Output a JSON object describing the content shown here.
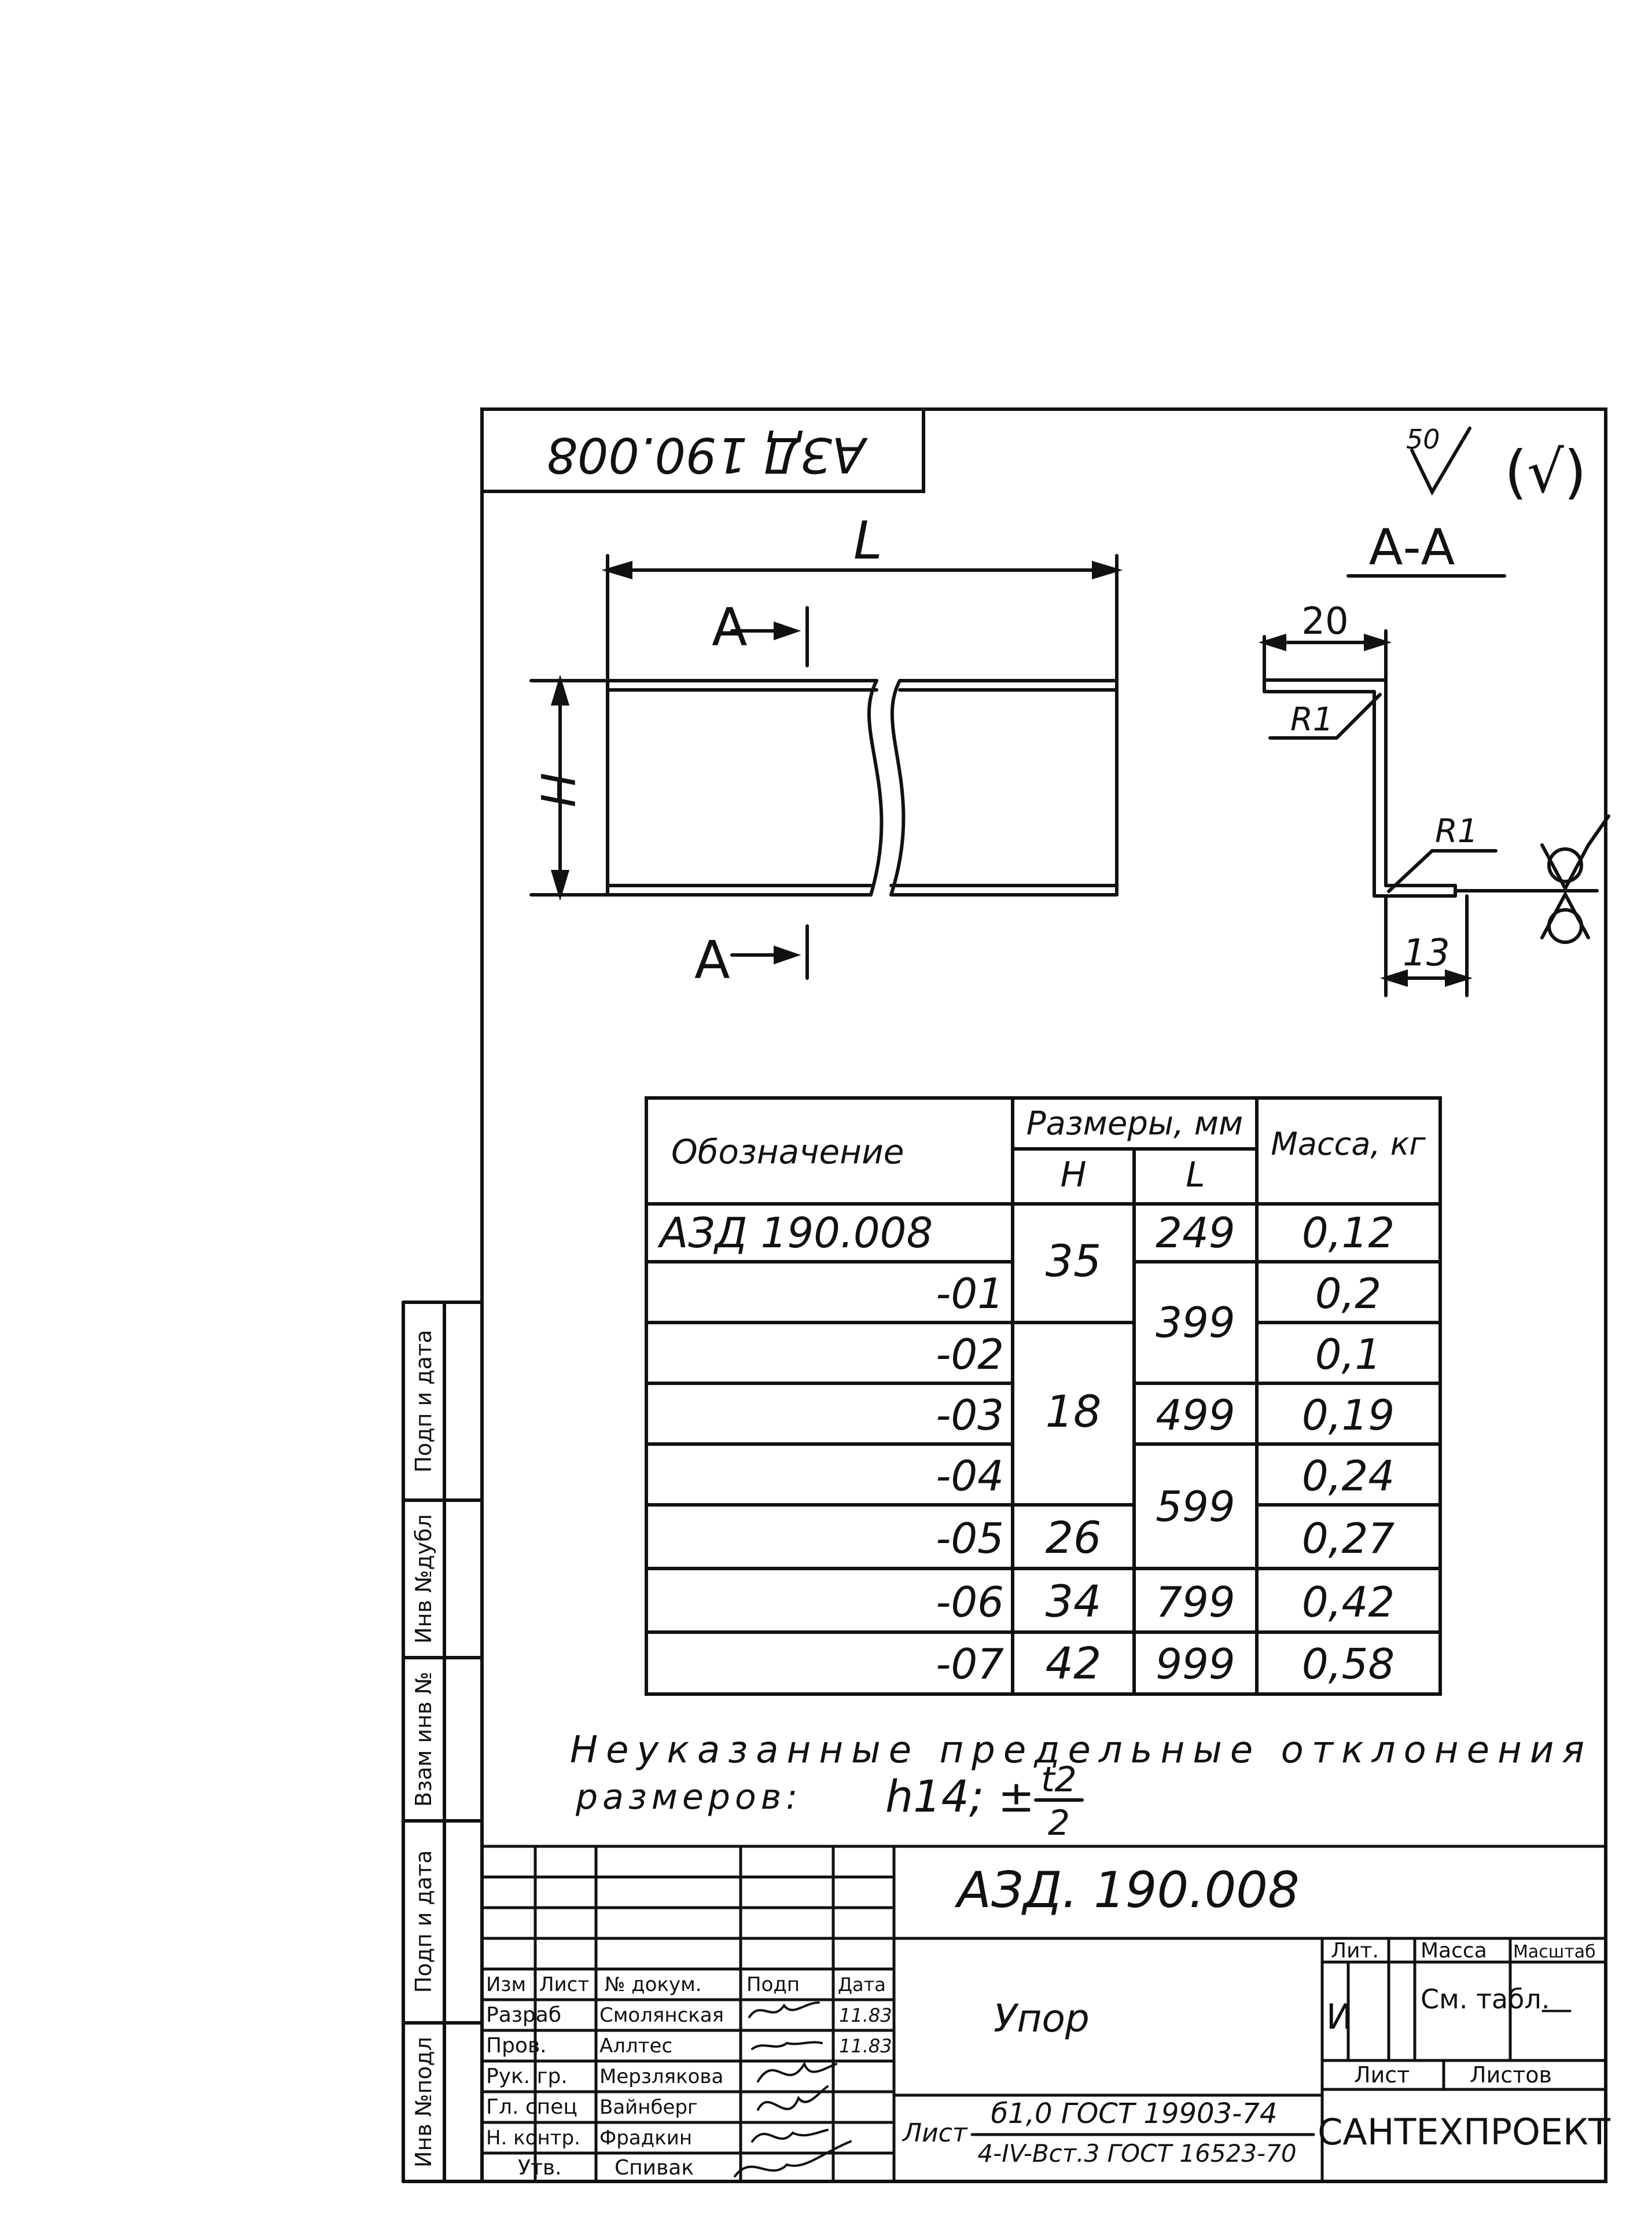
{
  "stamp_code_rotated": "АЗД 190.008",
  "roughness": {
    "value": "50",
    "general": "(√)"
  },
  "front_view": {
    "dim_L": "L",
    "dim_H": "H",
    "section_top": "A",
    "section_bottom": "A"
  },
  "section": {
    "title": "А-А",
    "dim_20": "20",
    "radius_top": "R1",
    "radius_bottom": "R1",
    "dim_13": "13"
  },
  "table": {
    "h_designation": "Обозначение",
    "h_sizes": "Размеры, мм",
    "h_H": "H",
    "h_L": "L",
    "h_mass": "Масса, кг",
    "rows": [
      {
        "designation": "АЗД 190.008",
        "H": "35",
        "L": "249",
        "mass": "0,12"
      },
      {
        "designation": "-01",
        "H": "",
        "L": "399",
        "mass": "0,2"
      },
      {
        "designation": "-02",
        "H": "18",
        "L": "",
        "mass": "0,1"
      },
      {
        "designation": "-03",
        "H": "",
        "L": "499",
        "mass": "0,19"
      },
      {
        "designation": "-04",
        "H": "",
        "L": "599",
        "mass": "0,24"
      },
      {
        "designation": "-05",
        "H": "26",
        "L": "",
        "mass": "0,27"
      },
      {
        "designation": "-06",
        "H": "34",
        "L": "799",
        "mass": "0,42"
      },
      {
        "designation": "-07",
        "H": "42",
        "L": "999",
        "mass": "0,58"
      }
    ]
  },
  "note": {
    "line1": "Неуказанные предельные отклонения",
    "line2_label": "размеров:",
    "line2_formula": "h14; ±",
    "fraction_num": "t2",
    "fraction_den": "2"
  },
  "side_strip": [
    "Подп и дата",
    "Инв №дубл",
    "Взам инв №",
    "Подп и дата",
    "Инв №подл"
  ],
  "title_block": {
    "doc_code": "АЗД. 190.008",
    "name": "Упор",
    "col_izm": "Изм",
    "col_list": "Лист",
    "col_doc": "№ докум.",
    "col_podp": "Подп",
    "col_data": "Дата",
    "roles": [
      {
        "role": "Разраб",
        "name": "Смолянская"
      },
      {
        "role": "Пров.",
        "name": "Аллтес"
      },
      {
        "role": "Рук. гр.",
        "name": "Мерзлякова"
      },
      {
        "role": "Гл. спец",
        "name": "Вайнберг"
      },
      {
        "role": "Н. контр.",
        "name": "Фрадкин"
      },
      {
        "role": "Утв.",
        "name": "Спивак"
      }
    ],
    "date1": "11.83",
    "date2": "11.83",
    "lit_label": "Лит.",
    "lit_value": "И",
    "mass_label": "Масса",
    "mass_value": "См. табл.",
    "scale_label": "Масштаб",
    "scale_value": "—",
    "sheet_label": "Лист",
    "sheets_label": "Листов",
    "material_label": "Лист",
    "material_line1": "б1,0 ГОСТ 19903-74",
    "material_line2": "4-IV-Вст.3 ГОСТ 16523-70",
    "org": "САНТЕХПРОЕКТ"
  }
}
